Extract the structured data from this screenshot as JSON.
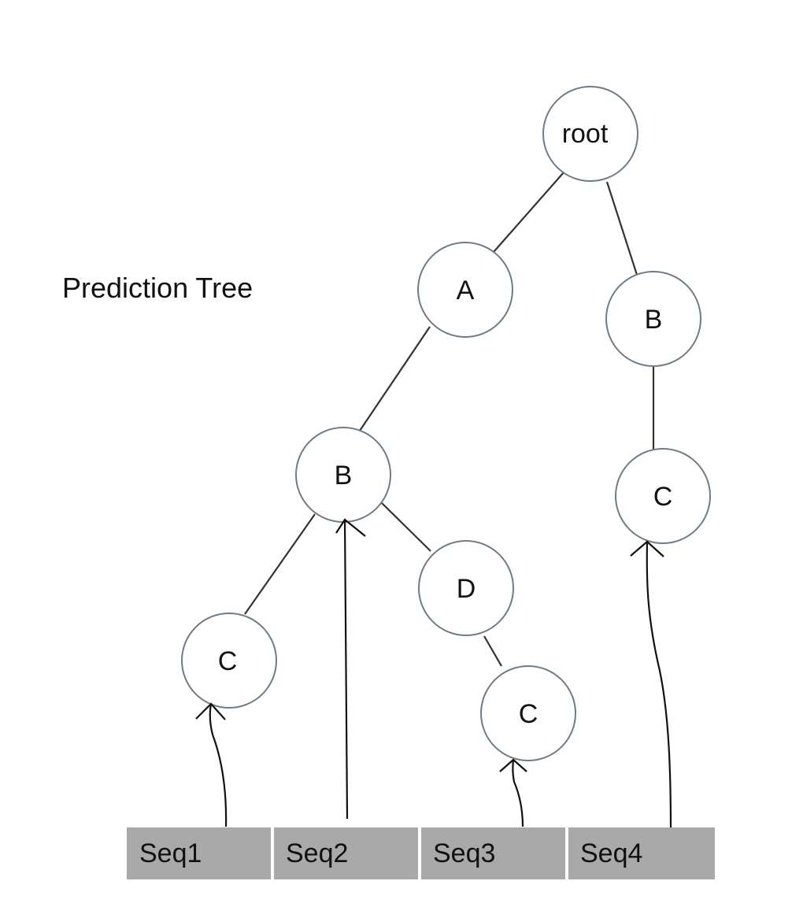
{
  "title": "Prediction Tree",
  "nodes": {
    "root": "root",
    "a": "A",
    "b_right": "B",
    "b_left": "B",
    "c_right": "C",
    "c_left": "C",
    "d": "D",
    "c_d": "C"
  },
  "sequences": [
    "Seq1",
    "Seq2",
    "Seq3",
    "Seq4"
  ],
  "colors": {
    "node_border": "#6f7c86",
    "edge": "#333333",
    "sequence_fill": "#a9a9a9",
    "text": "#111111"
  }
}
